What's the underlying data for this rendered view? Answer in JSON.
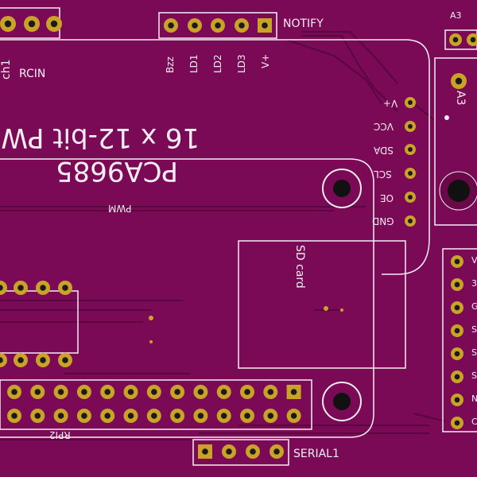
{
  "board": {
    "notify_header": "NOTIFY",
    "notify_pins": [
      "Bzz",
      "LD1",
      "LD2",
      "LD3",
      "V+"
    ],
    "rcin_label": "RCIN",
    "ch1_label": "ch1",
    "pwm_title": "16 x 12-bit PWM",
    "pwm_chip": "PCA9685",
    "pwm_small": "PWM",
    "pwm_pins": [
      "V+",
      "VCC",
      "SDA",
      "SCL",
      "OE",
      "GND"
    ],
    "sd_label": "SD card",
    "a3_top": "A3",
    "a3_side": "A3",
    "serial_label": "SERIAL1",
    "rpi_label": "RPI2",
    "right_pins": [
      "V",
      "3",
      "G",
      "S",
      "S",
      "S",
      "N",
      "C"
    ]
  },
  "colors": {
    "board": "#7a0a55",
    "silk": "#f4eef4",
    "pad": "#c9a227",
    "pad_hole": "#1a1a1a",
    "trace": "#5a0640"
  }
}
